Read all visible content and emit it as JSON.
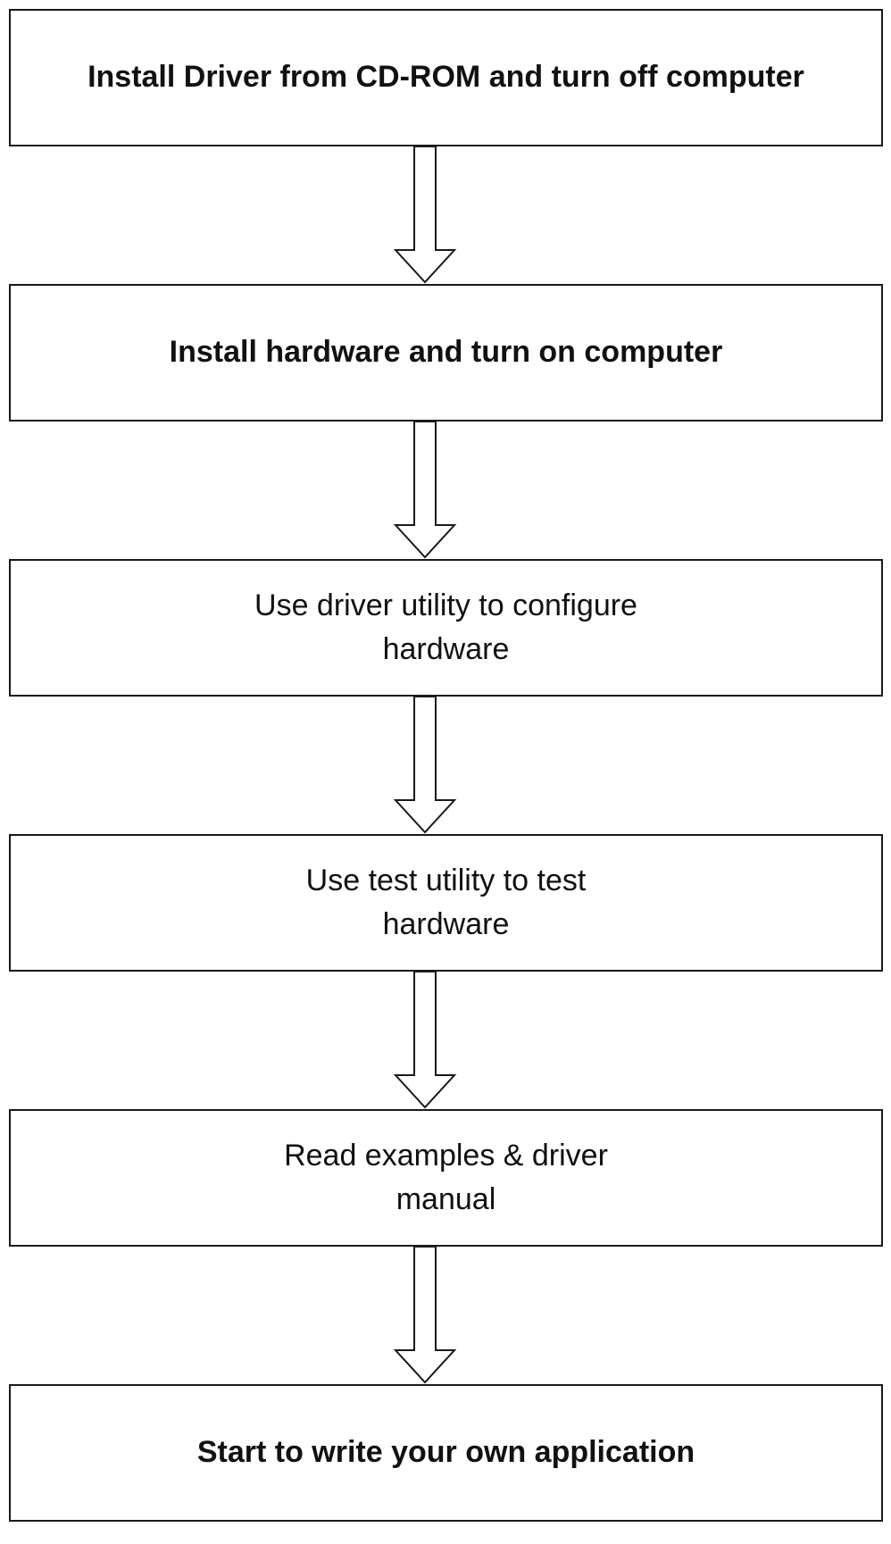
{
  "flowchart": {
    "steps": [
      {
        "text": "Install Driver from CD-ROM and turn off computer"
      },
      {
        "text": "Install hardware and turn on computer"
      },
      {
        "text": "Use driver utility to configure\nhardware"
      },
      {
        "text": "Use test utility to test\nhardware"
      },
      {
        "text": "Read examples & driver\nmanual"
      },
      {
        "text": "Start to write your own application"
      }
    ],
    "connector_style": "hollow block arrow pointing down",
    "colors": {
      "line": "#1a1a1a",
      "background": "#ffffff"
    }
  }
}
